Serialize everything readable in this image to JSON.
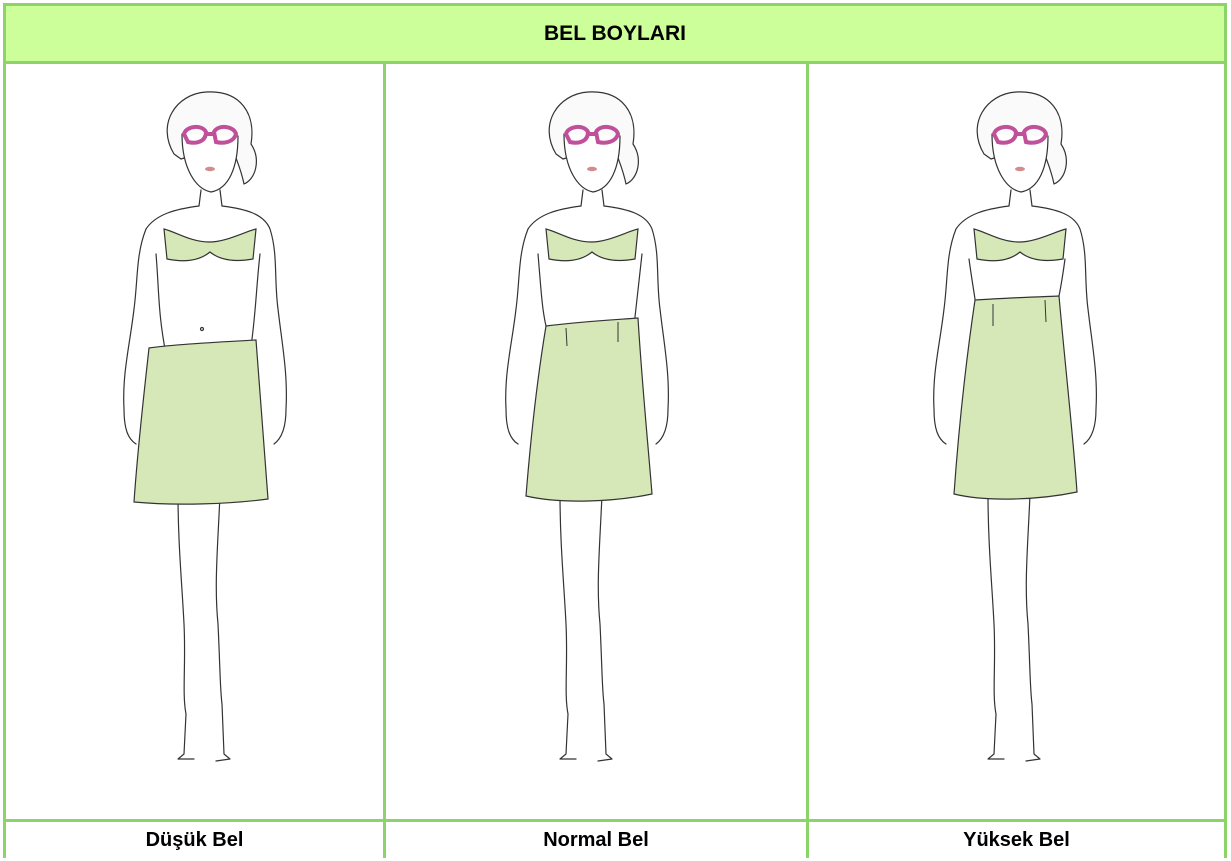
{
  "title": "BEL BOYLARI",
  "columns": [
    {
      "label": "Düşük Bel",
      "waist": "low"
    },
    {
      "label": "Normal Bel",
      "waist": "normal"
    },
    {
      "label": "Yüksek Bel",
      "waist": "high"
    }
  ],
  "colors": {
    "border": "#8cd36a",
    "header_bg": "#ccff99",
    "garment": "#d6e8b8",
    "glasses": "#c0509a"
  }
}
